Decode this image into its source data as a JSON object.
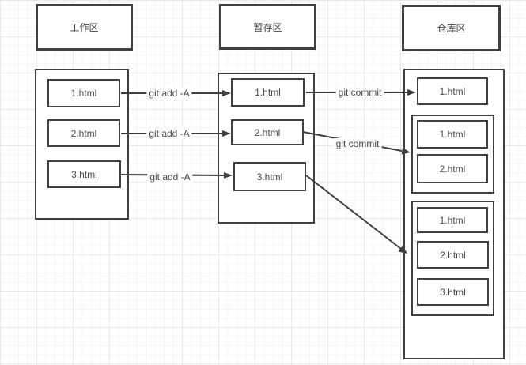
{
  "diagram": {
    "titles": {
      "work": "工作区",
      "stage": "暂存区",
      "repo": "仓库区"
    },
    "work_files": [
      "1.html",
      "2.html",
      "3.html"
    ],
    "stage_files": [
      "1.html",
      "2.html",
      "3.html"
    ],
    "repo": {
      "standalone_file": "1.html",
      "group_a_files": [
        "1.html",
        "2.html"
      ],
      "group_b_files": [
        "1.html",
        "2.html",
        "3.html"
      ]
    },
    "edge_labels": {
      "add1": "git add -A",
      "add2": "git add -A",
      "add3": "git add -A",
      "commit1": "git commit",
      "commit2": "git commit"
    },
    "colors": {
      "stroke": "#3e3e3e",
      "text": "#4a4a4a",
      "background": "#ffffff",
      "grid_minor": "#f5f5f5",
      "grid_major": "#e9e9e9"
    }
  }
}
